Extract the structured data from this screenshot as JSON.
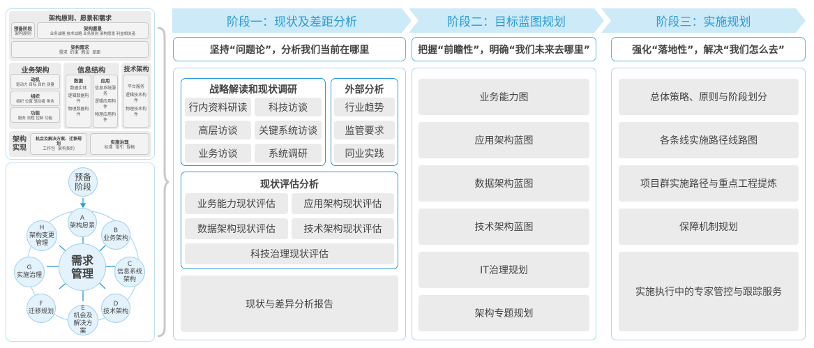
{
  "left_top": {
    "title": "架构原则、愿景和需求",
    "prelim": {
      "title": "预备阶段",
      "text": "架构原则"
    },
    "vision": {
      "title": "架构愿景",
      "text": "业务战略 技术战略 业务原则 架构愿景 利益相关者"
    },
    "req": {
      "title": "架构需求",
      "text": "需求  约束  假设  差距"
    },
    "business": {
      "title": "业务架构",
      "items": [
        {
          "title": "动机",
          "text": "驱动力 目标 目的 测量"
        },
        {
          "title": "组织",
          "text": "组织 位置 驱动者 角色"
        },
        {
          "title": "功能",
          "text": "服务 流程 控制 功能"
        }
      ]
    },
    "info": {
      "title": "信息结构",
      "data": {
        "title": "数据",
        "items": [
          "数据实体",
          "逻辑数据构件",
          "物理数据构件"
        ]
      },
      "app": {
        "title": "应用",
        "items": [
          "信息系统服务",
          "逻辑应用构件",
          "物理应用构件"
        ]
      }
    },
    "tech": {
      "title": "技术架构",
      "items": [
        "平台服务",
        "逻辑技术构件",
        "物理技术构件"
      ]
    },
    "impl": {
      "title": "架构实现",
      "opp": {
        "title": "机会及解决方案、迁移规划",
        "text": "工作包  架构契约"
      },
      "gov": {
        "title": "实施治理",
        "text": "标准  指引  规格"
      }
    }
  },
  "cycle": {
    "prelim": "预备阶段",
    "center": "需求管理",
    "phases": [
      {
        "letter": "A",
        "name": "架构愿景"
      },
      {
        "letter": "B",
        "name": "业务架构"
      },
      {
        "letter": "C",
        "name": "信息系统架构"
      },
      {
        "letter": "D",
        "name": "技术架构"
      },
      {
        "letter": "E",
        "name": "机会及解决方案"
      },
      {
        "letter": "F",
        "name": "迁移规划"
      },
      {
        "letter": "G",
        "name": "实施治理"
      },
      {
        "letter": "H",
        "name": "架构变更管理"
      }
    ]
  },
  "stages": [
    {
      "title": "阶段一：现状及差距分析",
      "subtitle": "坚持“问题论”，分析我们当前在哪里"
    },
    {
      "title": "阶段二：目标蓝图规划",
      "subtitle": "把握“前瞻性”，明确“我们未来去哪里”"
    },
    {
      "title": "阶段三：实施规划",
      "subtitle": "强化“落地性”，解决“我们怎么去”"
    }
  ],
  "stage1": {
    "research": {
      "title": "战略解读和现状调研",
      "items": [
        "行内资料研读",
        "科技访谈",
        "高层访谈",
        "关键系统访谈",
        "业务访谈",
        "系统调研"
      ]
    },
    "external": {
      "title": "外部分析",
      "items": [
        "行业趋势",
        "监管要求",
        "同业实践"
      ]
    },
    "assess": {
      "title": "现状评估分析",
      "items": [
        "业务能力现状评估",
        "应用架构现状评估",
        "数据架构现状评估",
        "技术架构现状评估",
        "科技治理现状评估"
      ]
    },
    "report": "现状与差异分析报告"
  },
  "stage2": {
    "items": [
      "业务能力图",
      "应用架构蓝图",
      "数据架构蓝图",
      "技术架构蓝图",
      "IT治理规划",
      "架构专题规划"
    ]
  },
  "stage3": {
    "items": [
      "总体策略、原则与阶段划分",
      "各条线实施路径线路图",
      "项目群实施路径与重点工程提炼",
      "保障机制规划",
      "实施执行中的专家管控与跟踪服务"
    ]
  },
  "colors": {
    "accent": "#2a9bd8",
    "header_bg": "#cdeaf8",
    "box_gray": "#ebebeb"
  }
}
